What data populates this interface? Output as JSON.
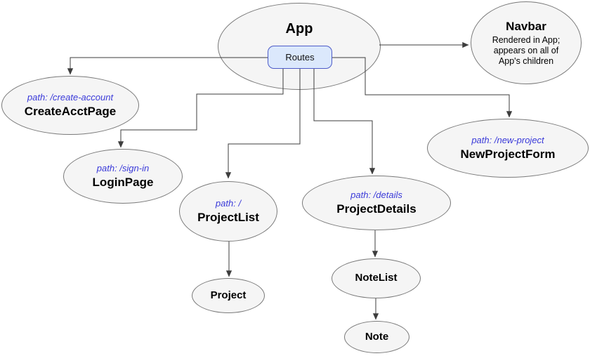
{
  "diagram": {
    "nodes": {
      "app": {
        "title": "App"
      },
      "routes": {
        "label": "Routes"
      },
      "navbar": {
        "title": "Navbar",
        "subtitle": [
          "Rendered in App;",
          "appears on all of",
          "App's children"
        ]
      },
      "create_acct": {
        "path": "path: /create-account",
        "title": "CreateAcctPage"
      },
      "login": {
        "path": "path: /sign-in",
        "title": "LoginPage"
      },
      "project_list": {
        "path": "path: /",
        "title": "ProjectList"
      },
      "project_details": {
        "path": "path: /details",
        "title": "ProjectDetails"
      },
      "new_project_form": {
        "path": "path: /new-project",
        "title": "NewProjectForm"
      },
      "project": {
        "title": "Project"
      },
      "note_list": {
        "title": "NoteList"
      },
      "note": {
        "title": "Note"
      }
    },
    "edges": [
      {
        "from": "App",
        "to": "Navbar"
      },
      {
        "from": "Routes",
        "to": "CreateAcctPage"
      },
      {
        "from": "Routes",
        "to": "LoginPage"
      },
      {
        "from": "Routes",
        "to": "ProjectList"
      },
      {
        "from": "Routes",
        "to": "ProjectDetails"
      },
      {
        "from": "Routes",
        "to": "NewProjectForm"
      },
      {
        "from": "ProjectList",
        "to": "Project"
      },
      {
        "from": "ProjectDetails",
        "to": "NoteList"
      },
      {
        "from": "NoteList",
        "to": "Note"
      }
    ],
    "colors": {
      "node_fill": "#f5f5f5",
      "node_stroke": "#7a7a7a",
      "routes_fill": "#dbe8fc",
      "routes_stroke": "#4d5bc8",
      "path_text": "#3a3ad9",
      "title_text": "#000000",
      "edge": "#3d3d3d"
    }
  }
}
